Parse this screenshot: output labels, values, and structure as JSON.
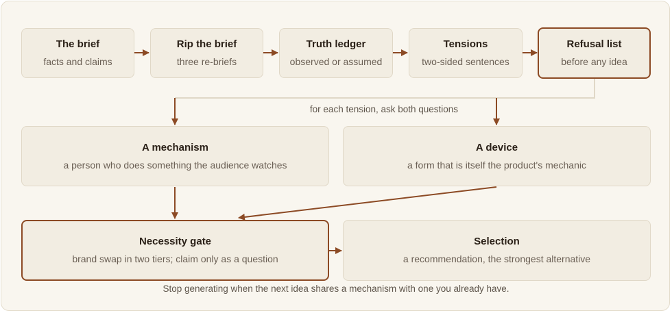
{
  "row1": [
    {
      "title": "The brief",
      "sub": "facts and claims"
    },
    {
      "title": "Rip the brief",
      "sub": "three re-briefs"
    },
    {
      "title": "Truth ledger",
      "sub": "observed or assumed"
    },
    {
      "title": "Tensions",
      "sub": "two-sided sentences"
    },
    {
      "title": "Refusal list",
      "sub": "before any idea"
    }
  ],
  "branch_label": "for each tension, ask both questions",
  "mechanism": {
    "title": "A mechanism",
    "sub": "a person who does something the audience watches"
  },
  "device": {
    "title": "A device",
    "sub": "a form that is itself the product's mechanic"
  },
  "gate": {
    "title": "Necessity gate",
    "sub": "brand swap in two tiers; claim only as a question"
  },
  "selection": {
    "title": "Selection",
    "sub": "a recommendation, the strongest alternative"
  },
  "footer": "Stop generating when the next idea shares a mechanism with one you already have.",
  "colors": {
    "accent": "#8c4a24",
    "node_fill": "#f2ede2",
    "node_border": "#e0d8c7",
    "background": "#f9f6ef",
    "connector": "#e0d8c7"
  }
}
